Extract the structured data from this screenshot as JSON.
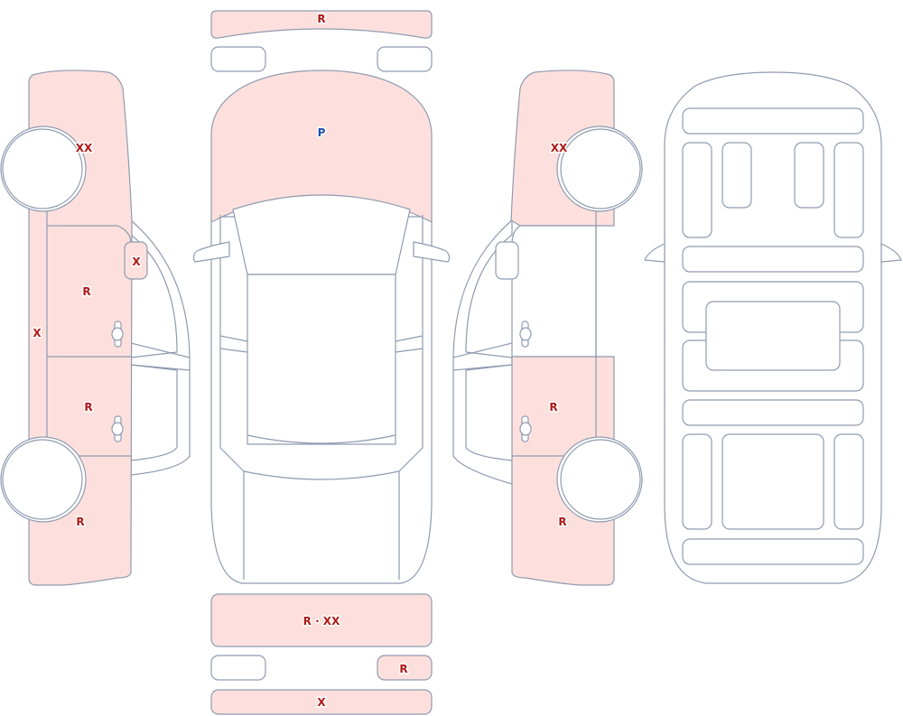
{
  "colors": {
    "outline": "#8f9bb0",
    "damaged_fill": "#fde0dd",
    "mark_text": "#b01818",
    "paint_mark_text": "#1a4fa8"
  },
  "marks": {
    "front_bumper": "R",
    "hood": "P",
    "left_front_fender": "XX",
    "left_mirror": "X",
    "left_front_door": "R",
    "left_rocker": "X",
    "left_rear_door": "R",
    "left_rear_quarter": "R",
    "right_front_fender": "XX",
    "right_rear_door": "R",
    "right_rear_quarter": "R",
    "rear_bumper": "R · XX",
    "rear_right_lamp": "R",
    "rear_valance": "X"
  }
}
